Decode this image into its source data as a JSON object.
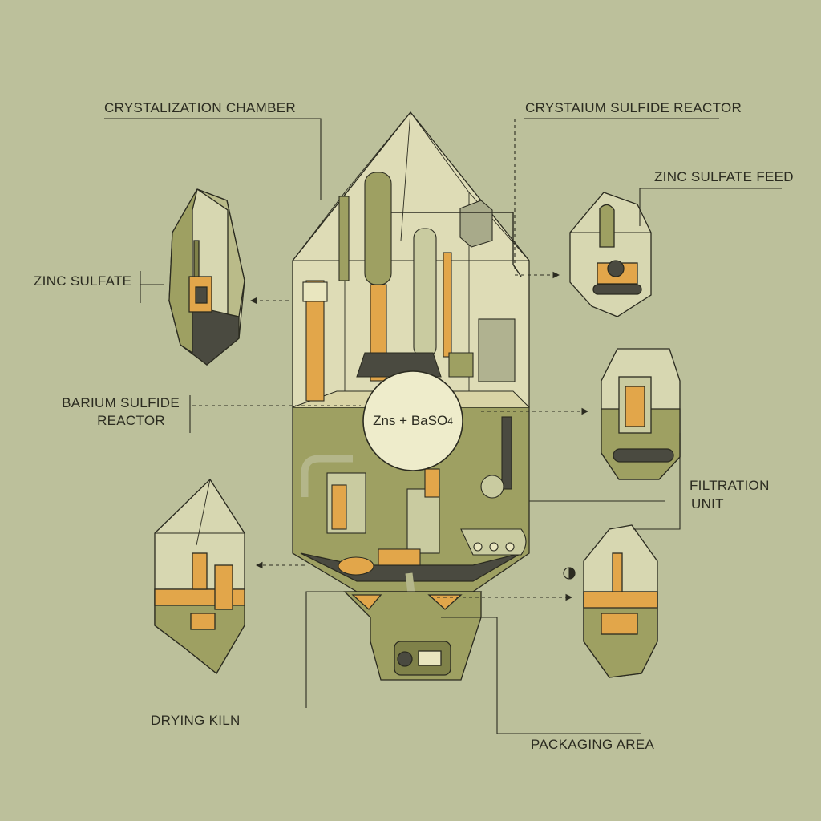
{
  "labels": {
    "crystallization_chamber": "CRYSTALIZATION CHAMBER",
    "crystaium_sulfide_reactor": "CRYSTAIUM SULFIDE REACTOR",
    "zinc_sulfate_feed": "ZINC SULFATE FEED",
    "zinc_sulfate": "ZINC SULFATE",
    "barium_sulfide_line1": "BARIUM SULFIDE",
    "barium_sulfide_line2": "REACTOR",
    "filtration_line1": "FILTRATION",
    "filtration_line2": "UNIT",
    "drying_kiln": "DRYING KILN",
    "packaging_area": "PACKAGING AREA"
  },
  "formula": {
    "main": "Zns + BaSO",
    "subscript": "4"
  },
  "colors": {
    "background": "#bcc09b",
    "glass": "#e9e6bf",
    "olive": "#9ea062",
    "olive_dark": "#7f8149",
    "orange": "#e2a64a",
    "charcoal": "#4a4a40",
    "ink": "#2b2b20"
  }
}
